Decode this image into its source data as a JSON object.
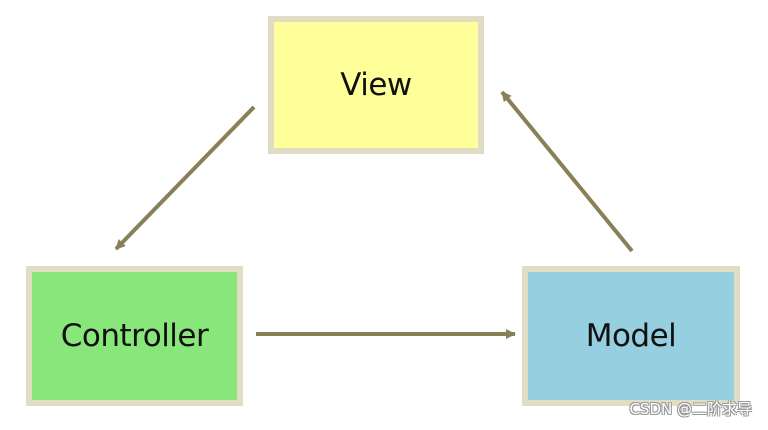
{
  "diagram": {
    "nodes": {
      "view": {
        "label": "View",
        "color": "#ffff99"
      },
      "controller": {
        "label": "Controller",
        "color": "#88e67a"
      },
      "model": {
        "label": "Model",
        "color": "#96cfe0"
      }
    },
    "border_color": "#e1dcc4",
    "arrow_color": "#8a8058",
    "edges": [
      {
        "from": "View",
        "to": "Controller"
      },
      {
        "from": "Controller",
        "to": "Model"
      },
      {
        "from": "Model",
        "to": "View"
      }
    ]
  },
  "watermark": {
    "text": "CSDN @二阶求导"
  }
}
